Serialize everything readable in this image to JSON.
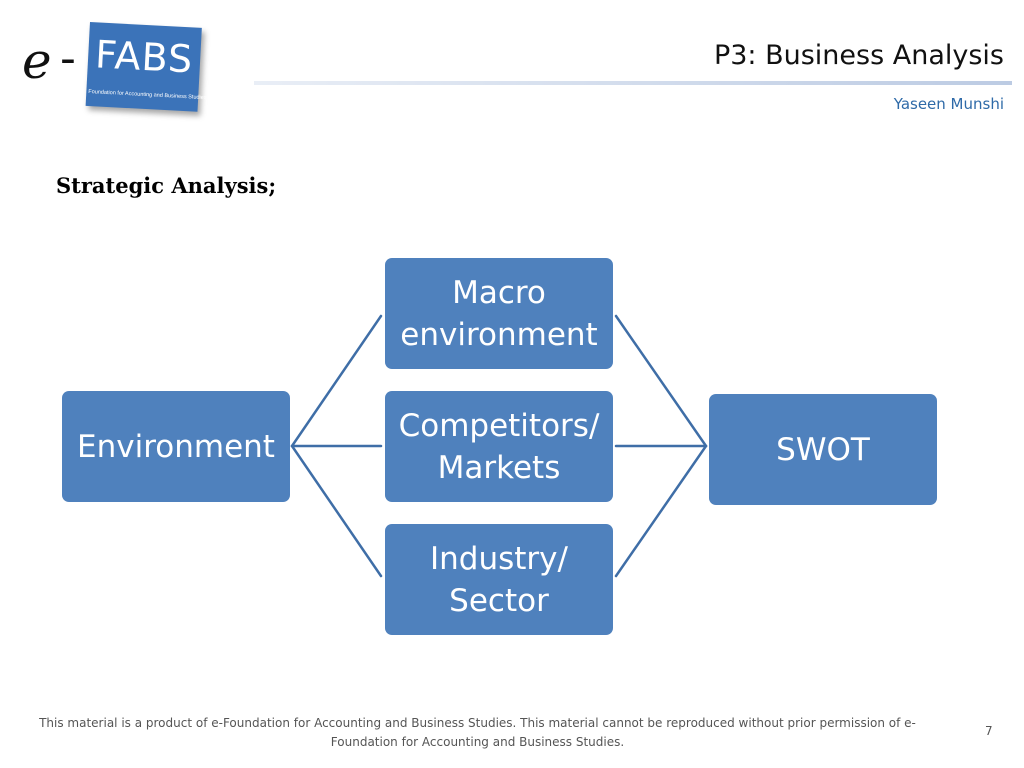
{
  "logo": {
    "prefix": "e",
    "dash": "-",
    "box_text": "FABS",
    "tagline": "Foundation for Accounting and Business Studies",
    "accent": "#3b73b9"
  },
  "header": {
    "title": "P3: Business Analysis",
    "author": "Yaseen Munshi"
  },
  "section_heading": "Strategic Analysis;",
  "diagram": {
    "box_color": "#4f81bd",
    "line_color": "#3f6ea7",
    "nodes": {
      "environment": "Environment",
      "macro": "Macro\nenvironment",
      "competitors": "Competitors/\nMarkets",
      "industry": "Industry/\nSector",
      "swot": "SWOT"
    }
  },
  "footer": {
    "text": "This material is a product of e-Foundation for Accounting and Business Studies. This material cannot be reproduced  without prior permission of e-Foundation for Accounting and Business Studies.",
    "page_number": "7"
  }
}
